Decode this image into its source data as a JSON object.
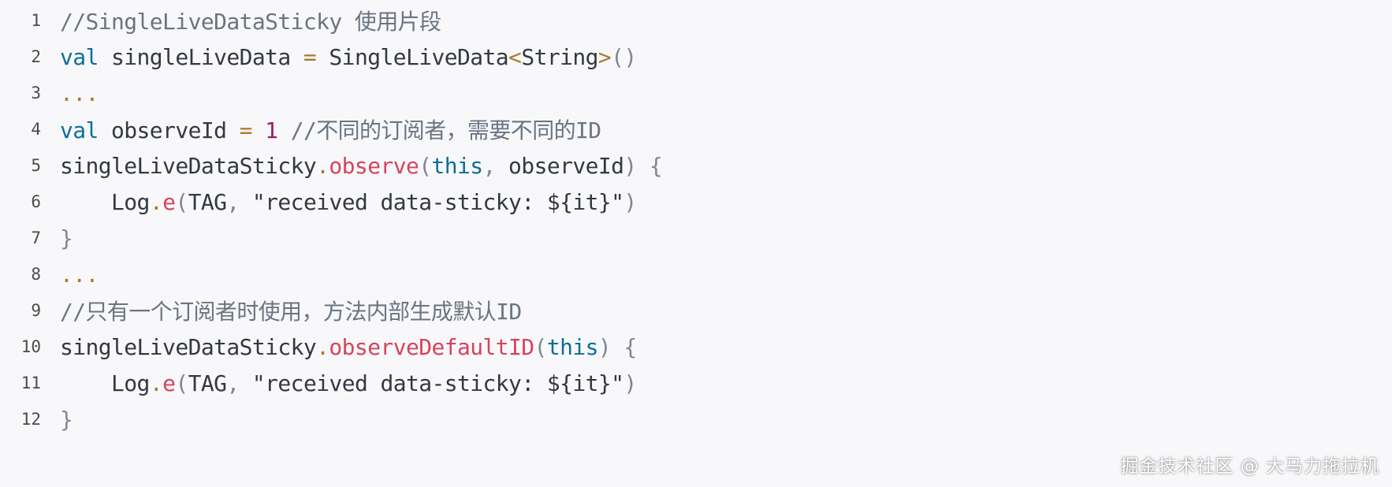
{
  "editor": {
    "lines": [
      {
        "n": "1",
        "segments": [
          "//SingleLiveDataSticky 使用片段"
        ]
      },
      {
        "n": "2",
        "segments": [
          "val",
          " singleLiveData ",
          "=",
          " SingleLiveData",
          "<",
          "String",
          ">",
          "()"
        ]
      },
      {
        "n": "3",
        "segments": [
          "..."
        ]
      },
      {
        "n": "4",
        "segments": [
          "val",
          " observeId ",
          "=",
          " ",
          "1",
          " ",
          "//不同的订阅者，需要不同的ID"
        ]
      },
      {
        "n": "5",
        "segments": [
          "singleLiveDataSticky",
          ".",
          "observe",
          "(",
          "this",
          ",",
          " observeId",
          ")",
          " ",
          "{"
        ]
      },
      {
        "n": "6",
        "segments": [
          "    Log",
          ".",
          "e",
          "(",
          "TAG",
          ",",
          " \"received data-sticky: ${it}\"",
          ")"
        ]
      },
      {
        "n": "7",
        "segments": [
          "}"
        ]
      },
      {
        "n": "8",
        "segments": [
          "..."
        ]
      },
      {
        "n": "9",
        "segments": [
          "//只有一个订阅者时使用，方法内部生成默认ID"
        ]
      },
      {
        "n": "10",
        "segments": [
          "singleLiveDataSticky",
          ".",
          "observeDefaultID",
          "(",
          "this",
          ")",
          " ",
          "{"
        ]
      },
      {
        "n": "11",
        "segments": [
          "    Log",
          ".",
          "e",
          "(",
          "TAG",
          ",",
          " \"received data-sticky: ${it}\"",
          ")"
        ]
      },
      {
        "n": "12",
        "segments": [
          "}"
        ]
      }
    ]
  },
  "watermark": "掘金技术社区 @ 大马力拖拉机",
  "colors": {
    "background": "#f8f8fa",
    "comment": "#6a7582",
    "keyword": "#0d6e99",
    "operator": "#a87a2b",
    "number": "#9d1a67",
    "function": "#d7435c",
    "punctuation": "#7f8793",
    "text": "#333842"
  }
}
